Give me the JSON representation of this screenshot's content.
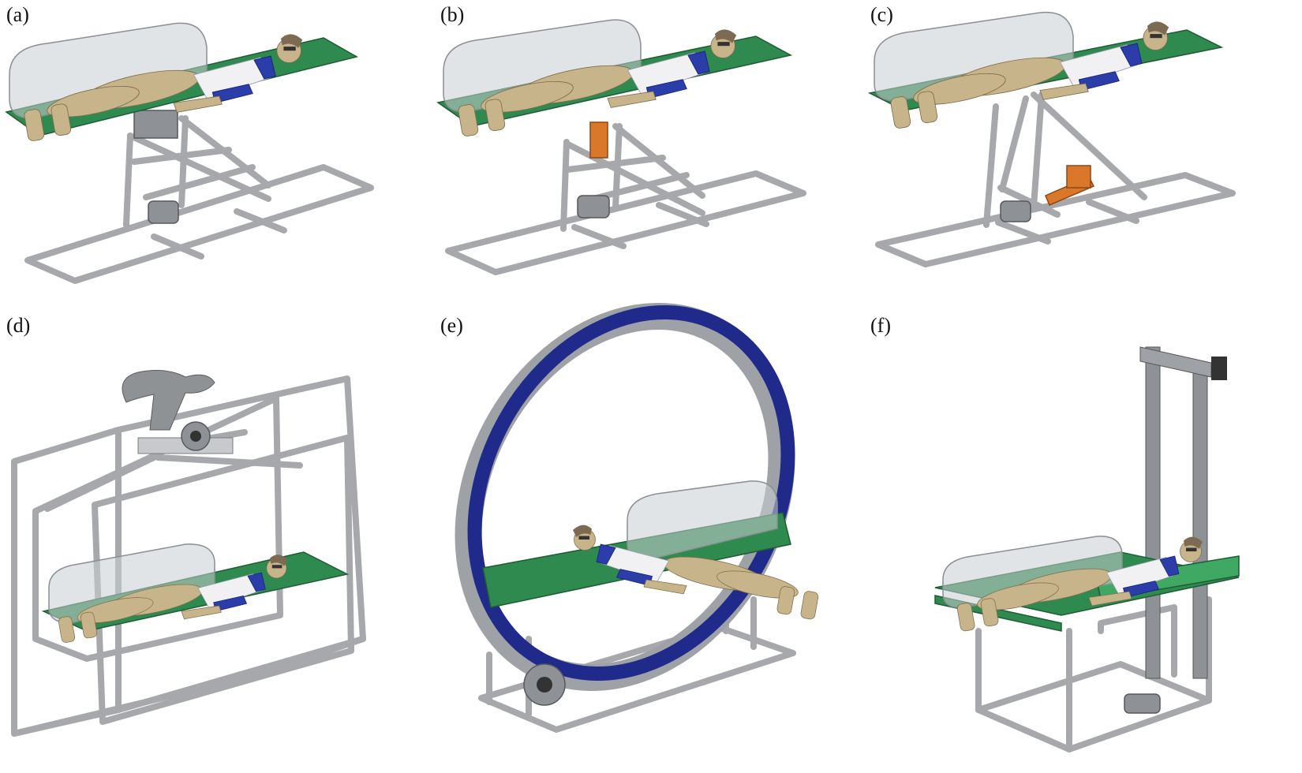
{
  "panels": [
    {
      "id": "a",
      "label": "(a)"
    },
    {
      "id": "b",
      "label": "(b)"
    },
    {
      "id": "c",
      "label": "(c)"
    },
    {
      "id": "d",
      "label": "(d)"
    },
    {
      "id": "e",
      "label": "(e)"
    },
    {
      "id": "f",
      "label": "(f)"
    }
  ],
  "colors": {
    "board": "#2f8a4f",
    "frame": "#a6a8ab",
    "ring": "#1f2a8a",
    "actuator": "#d9772a",
    "shirt_trim": "#2a3da8"
  }
}
